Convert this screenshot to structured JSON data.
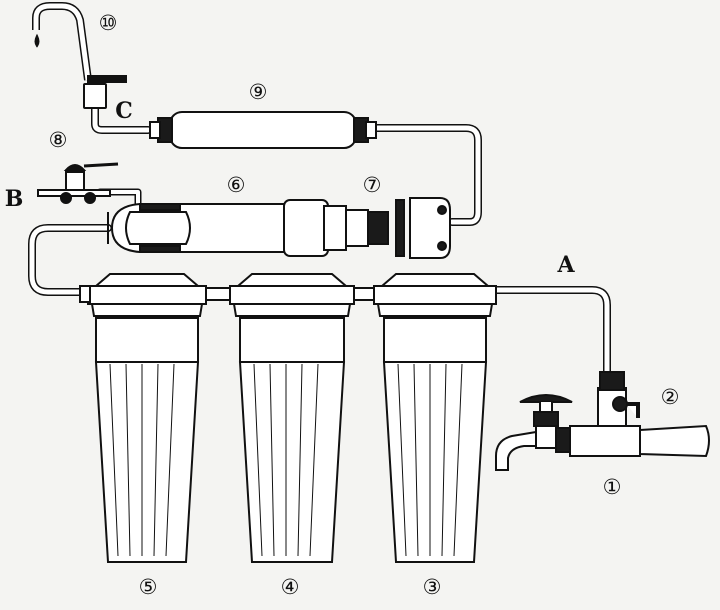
{
  "labels": {
    "n1": "①",
    "n2": "②",
    "n3": "③",
    "n4": "④",
    "n5": "⑤",
    "n6": "⑥",
    "n7": "⑦",
    "n8": "⑧",
    "n9": "⑨",
    "n10": "⑩",
    "a": "A",
    "b": "B",
    "c": "C"
  },
  "colors": {
    "line": "#111111",
    "fill": "#ffffff",
    "dark": "#1a1a1a",
    "background": "#f4f4f2"
  }
}
